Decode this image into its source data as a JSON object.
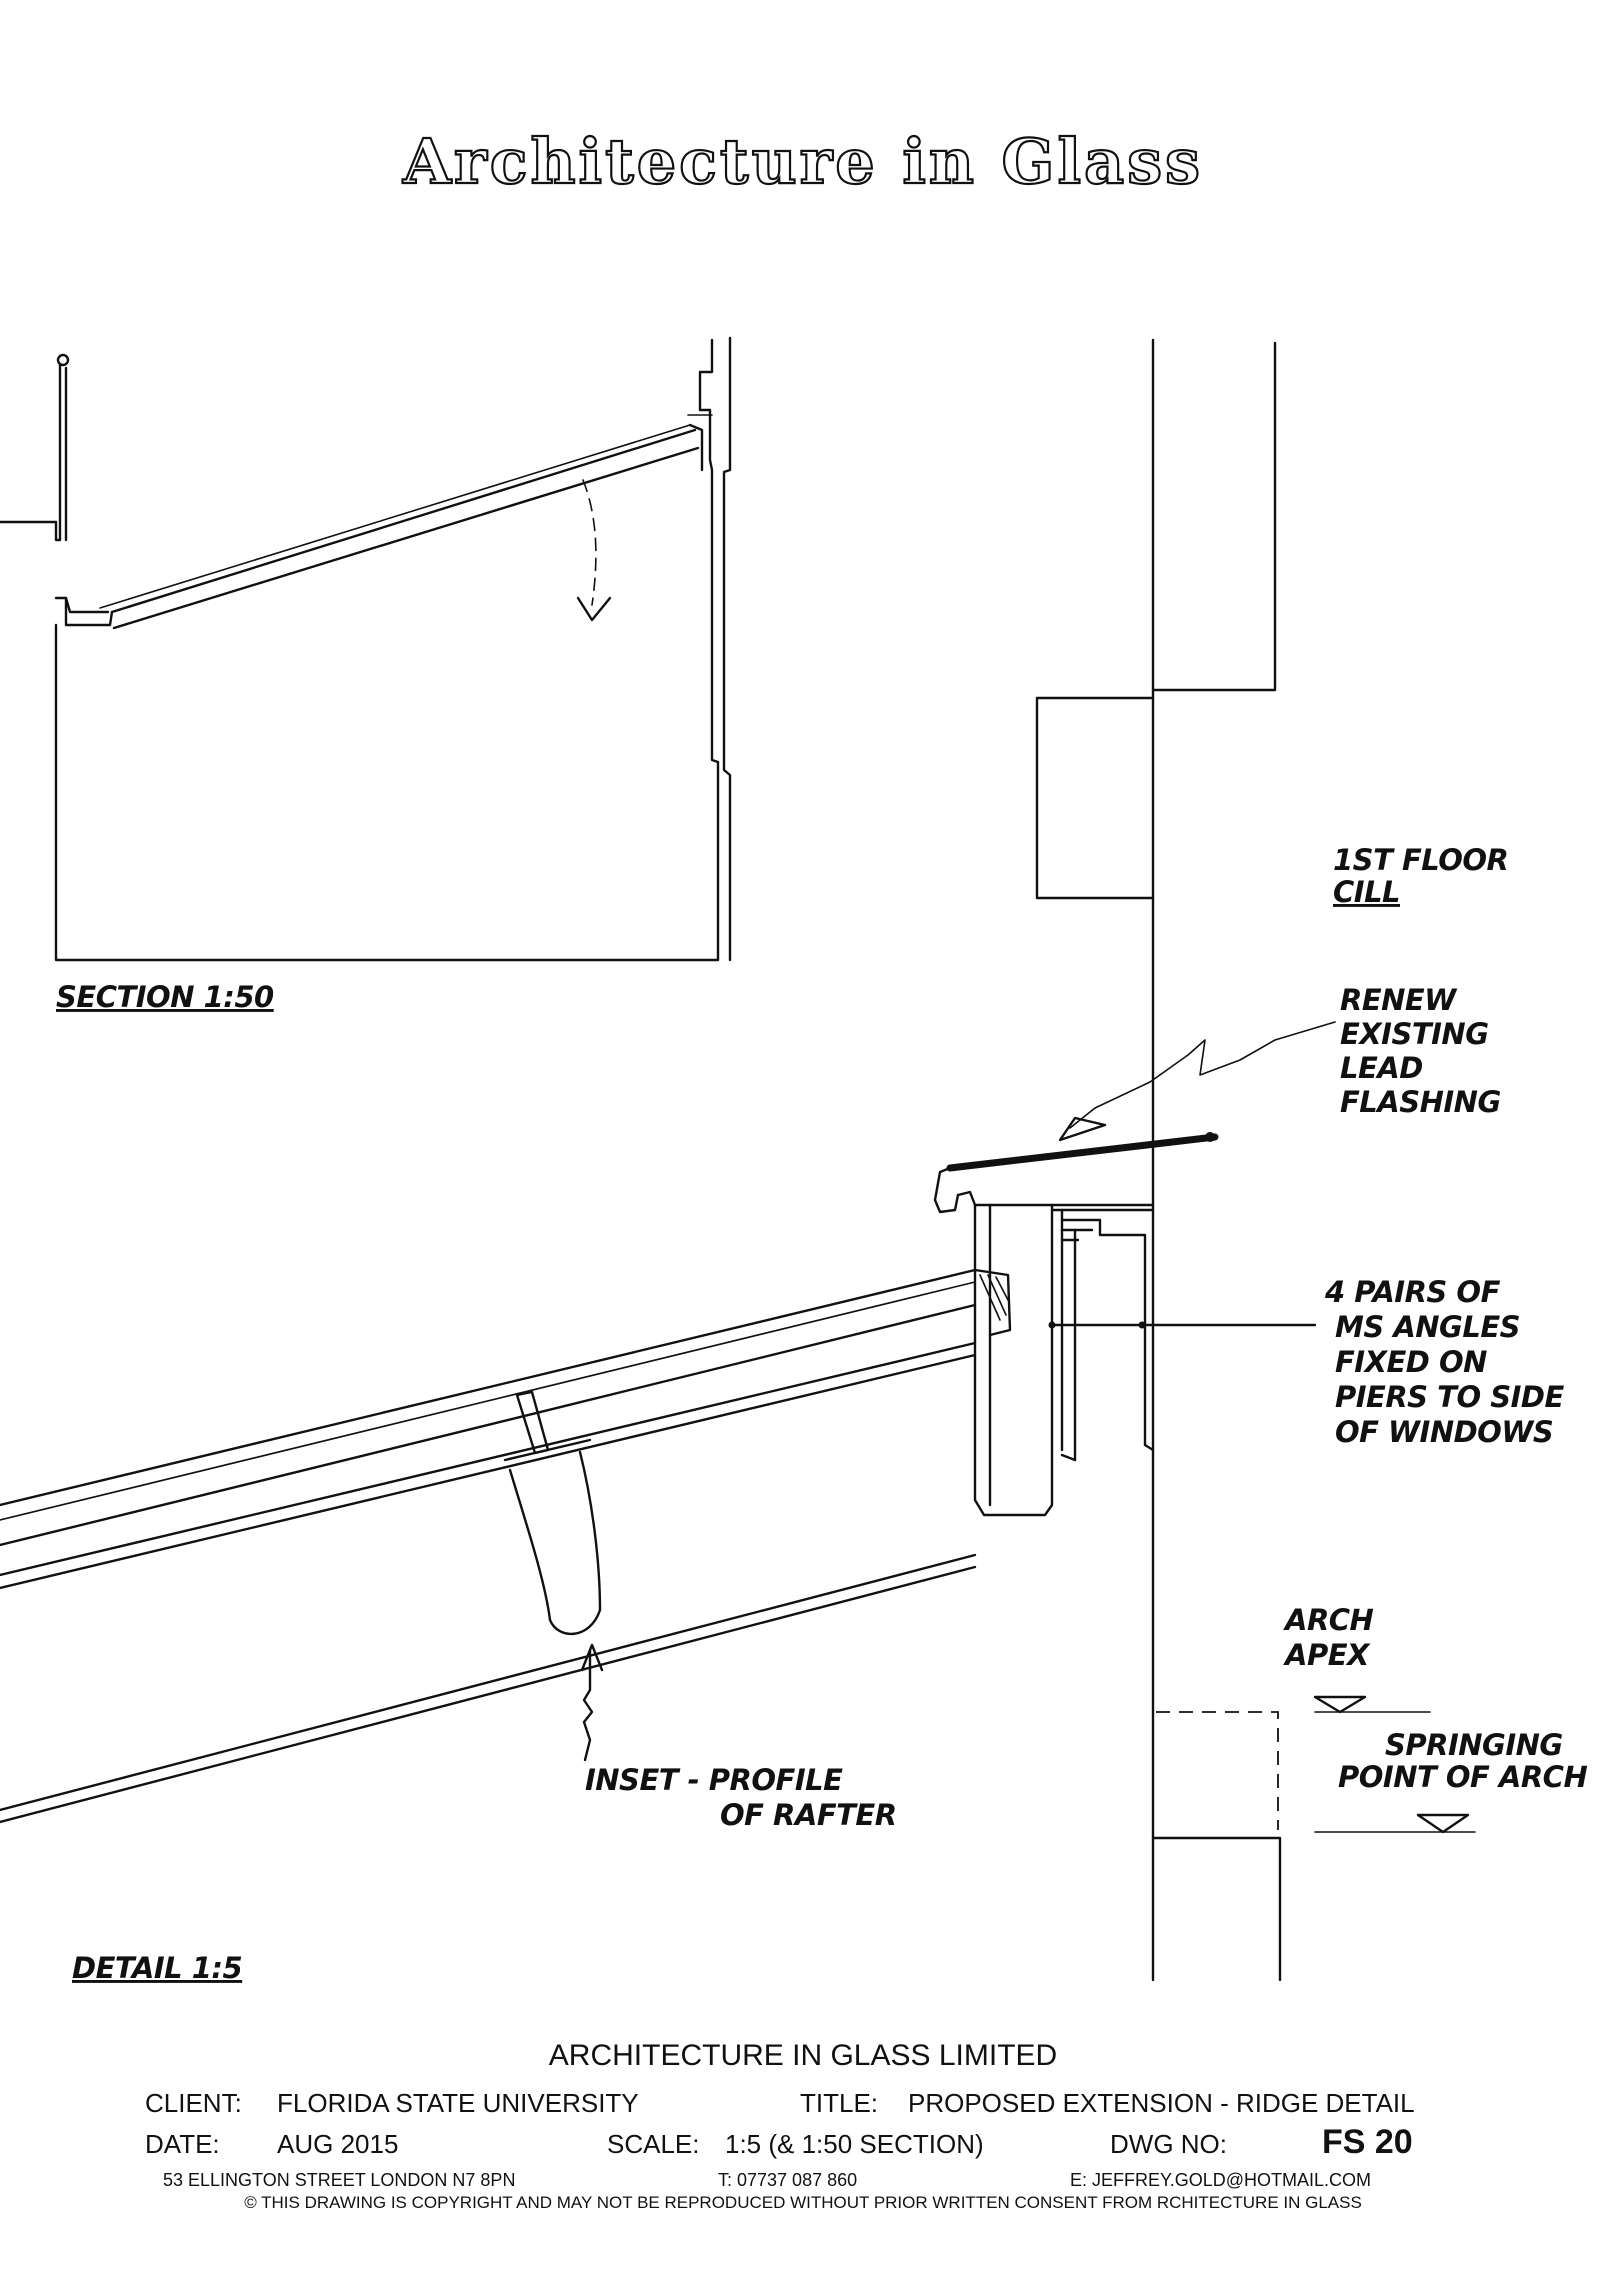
{
  "sheet": {
    "title": "Architecture in Glass"
  },
  "section": {
    "label": "SECTION 1:50"
  },
  "detail": {
    "label": "DETAIL 1:5"
  },
  "annotations": {
    "first_floor_cill": [
      "1ST FLOOR",
      "CILL"
    ],
    "lead_flashing": [
      "RENEW",
      "EXISTING",
      "LEAD",
      "FLASHING"
    ],
    "ms_angles": [
      "4 PAIRS OF",
      "MS ANGLES",
      "FIXED ON",
      "PIERS TO SIDE",
      "OF WINDOWS"
    ],
    "arch_apex": [
      "ARCH",
      "APEX"
    ],
    "springing_point": [
      "SPRINGING",
      "POINT OF ARCH"
    ],
    "rafter_inset": [
      "INSET - PROFILE",
      "OF RAFTER"
    ]
  },
  "title_block": {
    "company": "ARCHITECTURE IN GLASS LIMITED",
    "client_label": "CLIENT:",
    "client_value": "FLORIDA STATE UNIVERSITY",
    "title_label": "TITLE:",
    "title_value": "PROPOSED EXTENSION - RIDGE DETAIL",
    "date_label": "DATE:",
    "date_value": "AUG 2015",
    "scale_label": "SCALE:",
    "scale_value": "1:5 (& 1:50 SECTION)",
    "dwg_label": "DWG NO:",
    "dwg_value": "FS 20",
    "address": "53 ELLINGTON STREET   LONDON N7 8PN",
    "phone": "T: 07737 087 860",
    "email": "E: JEFFREY.GOLD@HOTMAIL.COM",
    "copyright": "© THIS DRAWING IS COPYRIGHT AND MAY NOT BE REPRODUCED WITHOUT PRIOR WRITTEN CONSENT FROM RCHITECTURE IN GLASS"
  }
}
